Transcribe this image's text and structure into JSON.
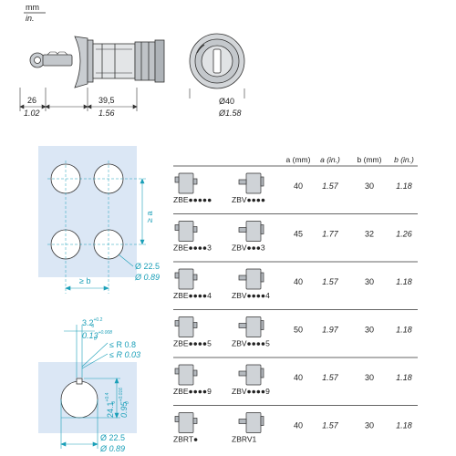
{
  "units": {
    "primary": "mm",
    "secondary": "in."
  },
  "side_view": {
    "dim_left": {
      "mm": "26",
      "in": "1.02"
    },
    "dim_right": {
      "mm": "39,5",
      "in": "1.56"
    }
  },
  "front_view": {
    "dia_mm": "Ø40",
    "dia_in": "Ø1.58"
  },
  "panel_layout": {
    "label_a": "≥ a",
    "label_b": "≥ b",
    "hole_mm": "Ø 22.5",
    "hole_in": "Ø 0.89"
  },
  "cutout_detail": {
    "key_w": "3.2",
    "key_w_tol": "+0.2",
    "key_w_tol0": "0",
    "key_w_in": "0.13",
    "key_w_in_tol": "+0.008",
    "key_w_in_tol0": "0",
    "radius_mm": "≤ R 0.8",
    "radius_in": "≤ R 0.03",
    "depth_mm": "24.1",
    "depth_mm_tol": "+0.4",
    "depth_mm_tol0": "0",
    "depth_in": "0.95",
    "depth_in_tol": "+0.016",
    "depth_in_tol0": "0",
    "hole_mm": "Ø 22.5",
    "hole_in": "Ø 0.89"
  },
  "table": {
    "headers": {
      "a_mm": "a (mm)",
      "a_in": "a (in.)",
      "b_mm": "b (mm)",
      "b_in": "b (in.)"
    },
    "rows": [
      {
        "c1": "ZBE●●●●●",
        "c2": "ZBV●●●●",
        "a_mm": "40",
        "a_in": "1.57",
        "b_mm": "30",
        "b_in": "1.18"
      },
      {
        "c1": "ZBE●●●●3",
        "c2": "ZBV●●●3",
        "a_mm": "45",
        "a_in": "1.77",
        "b_mm": "32",
        "b_in": "1.26"
      },
      {
        "c1": "ZBE●●●●4",
        "c2": "ZBV●●●●4",
        "a_mm": "40",
        "a_in": "1.57",
        "b_mm": "30",
        "b_in": "1.18"
      },
      {
        "c1": "ZBE●●●●5",
        "c2": "ZBV●●●●5",
        "a_mm": "50",
        "a_in": "1.97",
        "b_mm": "30",
        "b_in": "1.18"
      },
      {
        "c1": "ZBE●●●●9",
        "c2": "ZBV●●●●9",
        "a_mm": "40",
        "a_in": "1.57",
        "b_mm": "30",
        "b_in": "1.18"
      },
      {
        "c1": "ZBRT●",
        "c2": "ZBRV1",
        "a_mm": "40",
        "a_in": "1.57",
        "b_mm": "30",
        "b_in": "1.18"
      }
    ]
  }
}
